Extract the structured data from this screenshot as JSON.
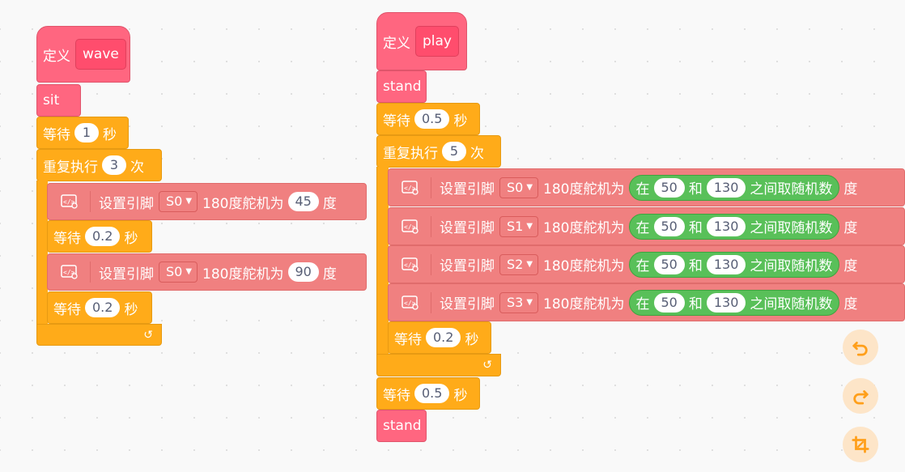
{
  "script_wave": {
    "define_label": "定义",
    "name": "wave",
    "sit": "sit",
    "wait_label": "等待",
    "wait1": "1",
    "sec": "秒",
    "repeat_label": "重复执行",
    "repeat_count": "3",
    "times": "次",
    "servo1": {
      "label": "设置引脚",
      "pin": "S0",
      "mid": "180度舵机为",
      "angle": "45",
      "unit": "度"
    },
    "wait2": "0.2",
    "servo2": {
      "label": "设置引脚",
      "pin": "S0",
      "mid": "180度舵机为",
      "angle": "90",
      "unit": "度"
    },
    "wait3": "0.2"
  },
  "script_play": {
    "define_label": "定义",
    "name": "play",
    "stand1": "stand",
    "wait_label": "等待",
    "wait1": "0.5",
    "sec": "秒",
    "repeat_label": "重复执行",
    "repeat_count": "5",
    "times": "次",
    "servos": [
      {
        "label": "设置引脚",
        "pin": "S0",
        "mid": "180度舵机为",
        "at": "在",
        "from": "50",
        "and": "和",
        "to": "130",
        "rand": "之间取随机数",
        "unit": "度"
      },
      {
        "label": "设置引脚",
        "pin": "S1",
        "mid": "180度舵机为",
        "at": "在",
        "from": "50",
        "and": "和",
        "to": "130",
        "rand": "之间取随机数",
        "unit": "度"
      },
      {
        "label": "设置引脚",
        "pin": "S2",
        "mid": "180度舵机为",
        "at": "在",
        "from": "50",
        "and": "和",
        "to": "130",
        "rand": "之间取随机数",
        "unit": "度"
      },
      {
        "label": "设置引脚",
        "pin": "S3",
        "mid": "180度舵机为",
        "at": "在",
        "from": "50",
        "and": "和",
        "to": "130",
        "rand": "之间取随机数",
        "unit": "度"
      }
    ],
    "wait2": "0.2",
    "wait3": "0.5",
    "stand2": "stand"
  },
  "controls": {
    "undo_icon": "undo-icon",
    "redo_icon": "redo-icon",
    "cleanup_icon": "crop-icon"
  },
  "colors": {
    "define": "#ff6680",
    "control": "#ffab19",
    "extension": "#f08080",
    "operator": "#59c059"
  }
}
